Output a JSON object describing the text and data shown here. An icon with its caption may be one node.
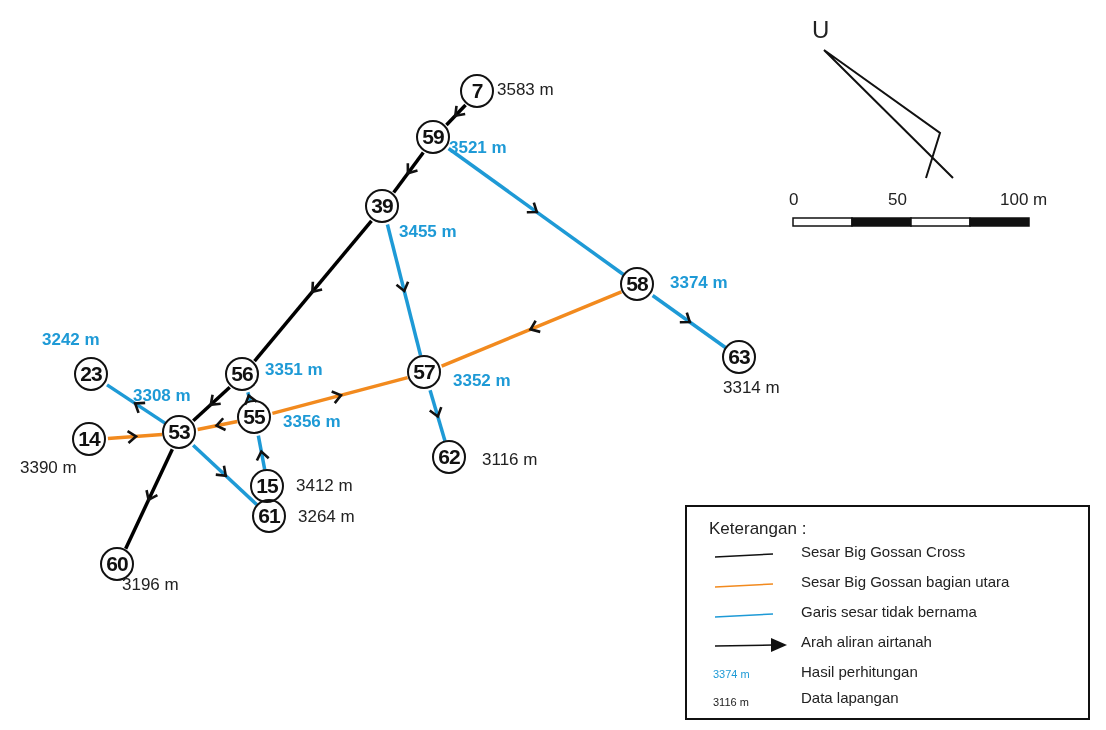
{
  "diagram": {
    "nodes": [
      {
        "text": [
          "7"
        ],
        "beside": [
          "3583 m"
        ]
      },
      {
        "text": [
          "59"
        ],
        "beside": [
          "3521 m"
        ]
      },
      {
        "text": [
          "39"
        ],
        "beside": [
          "3455 m"
        ]
      },
      {
        "text": [
          "58"
        ],
        "beside": [
          "3374 m"
        ]
      },
      {
        "text": [
          "63"
        ],
        "beside": [
          "3314 m"
        ]
      },
      {
        "text": [
          "23"
        ],
        "beside": [
          "3242 m"
        ]
      },
      {
        "text": [
          "56"
        ],
        "beside": [
          "3351 m"
        ]
      },
      {
        "text": [
          "57"
        ],
        "beside": [
          "3352 m"
        ]
      },
      {
        "text": [
          "55"
        ],
        "beside": [
          "3356 m"
        ]
      },
      {
        "text": [
          "53"
        ],
        "beside": [
          "3308 m"
        ]
      },
      {
        "text": [
          "14"
        ],
        "beside": [
          "3390 m"
        ]
      },
      {
        "text": [
          "62"
        ],
        "beside": [
          "3116 m"
        ]
      },
      {
        "text": [
          "15"
        ],
        "beside": [
          "3412 m"
        ]
      },
      {
        "text": [
          "61"
        ],
        "beside": [
          "3264 m"
        ]
      },
      {
        "text": [
          "60"
        ],
        "beside": [
          "3196 m"
        ]
      }
    ],
    "edges": [
      {
        "from": 0,
        "to": 1,
        "arrow": "to",
        "color": "#000000"
      },
      {
        "from": 1,
        "to": 2,
        "arrow": "to",
        "color": "#000000"
      },
      {
        "from": 2,
        "to": 6,
        "arrow": "to",
        "color": "#000000"
      },
      {
        "from": 6,
        "to": 9,
        "arrow": "to",
        "color": "#000000"
      },
      {
        "from": 9,
        "to": 14,
        "arrow": "to",
        "color": "#000000"
      },
      {
        "from": 1,
        "to": 3,
        "arrow": "to"
      },
      {
        "from": 3,
        "to": 4,
        "arrow": "to"
      },
      {
        "from": 2,
        "to": 7,
        "arrow": "to"
      },
      {
        "from": 7,
        "to": 11,
        "arrow": "to"
      },
      {
        "from": 9,
        "to": 5,
        "arrow": "to"
      },
      {
        "from": 9,
        "to": 13,
        "arrow": "to"
      },
      {
        "from": 12,
        "to": 8,
        "arrow": "to"
      },
      {
        "from": 8,
        "to": 6,
        "arrow": "to"
      },
      {
        "from": 3,
        "to": 7,
        "arrow": "to",
        "color": "#f28a1e"
      },
      {
        "from": 8,
        "to": 7,
        "arrow": "to",
        "color": "#f28a1e"
      },
      {
        "from": 8,
        "to": 9,
        "arrow": "to",
        "color": "#f28a1e"
      },
      {
        "from": 10,
        "to": 9,
        "arrow": "to",
        "color": "#f28a1e"
      }
    ],
    "labels": [
      "U",
      "0",
      "50",
      "100 m",
      "Keterangan :",
      "3374 m",
      "3116 m"
    ],
    "legend": [
      {
        "text": "Sesar Big Gossan Cross"
      },
      {
        "text": "Sesar Big Gossan bagian utara"
      },
      {
        "text": "Garis sesar tidak bernama"
      },
      {
        "text": "Arah aliran airtanah"
      },
      {
        "text": "Hasil perhitungan"
      },
      {
        "text": "Data lapangan"
      }
    ]
  }
}
